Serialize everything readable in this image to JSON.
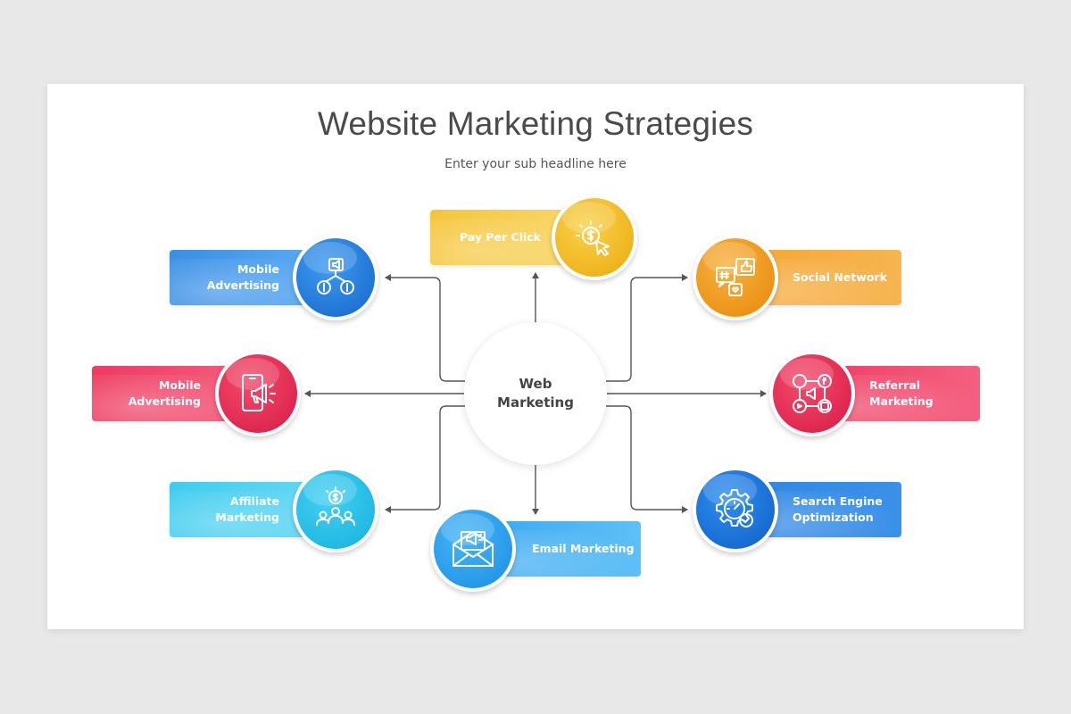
{
  "title": "Website Marketing Strategies",
  "subtitle": "Enter your sub headline here",
  "center": {
    "line1": "Web",
    "line2": "Marketing"
  },
  "nodes": {
    "pay_per_click": {
      "label": "Pay Per Click",
      "icon": "click-dollar-icon",
      "color": "#f5c63c"
    },
    "mobile_advertising_top": {
      "line1": "Mobile",
      "line2": "Advertising",
      "icon": "megaphone-coins-icon",
      "color": "#3a8fe6"
    },
    "social_network": {
      "label": "Social Network",
      "icon": "social-chat-icon",
      "color": "#f7a533"
    },
    "mobile_advertising_mid": {
      "line1": "Mobile",
      "line2": "Advertising",
      "icon": "phone-megaphone-icon",
      "color": "#ee3c60"
    },
    "referral_marketing": {
      "line1": "Referral",
      "line2": "Marketing",
      "icon": "referral-network-icon",
      "color": "#ee3c60"
    },
    "affiliate_marketing": {
      "line1": "Affiliate",
      "line2": "Marketing",
      "icon": "affiliate-people-icon",
      "color": "#40ccef"
    },
    "email_marketing": {
      "label": "Email Marketing",
      "icon": "email-megaphone-icon",
      "color": "#36a6f0"
    },
    "seo": {
      "line1": "Search Engine",
      "line2": "Optimization",
      "icon": "seo-gear-icon",
      "color": "#2f86e3"
    }
  }
}
